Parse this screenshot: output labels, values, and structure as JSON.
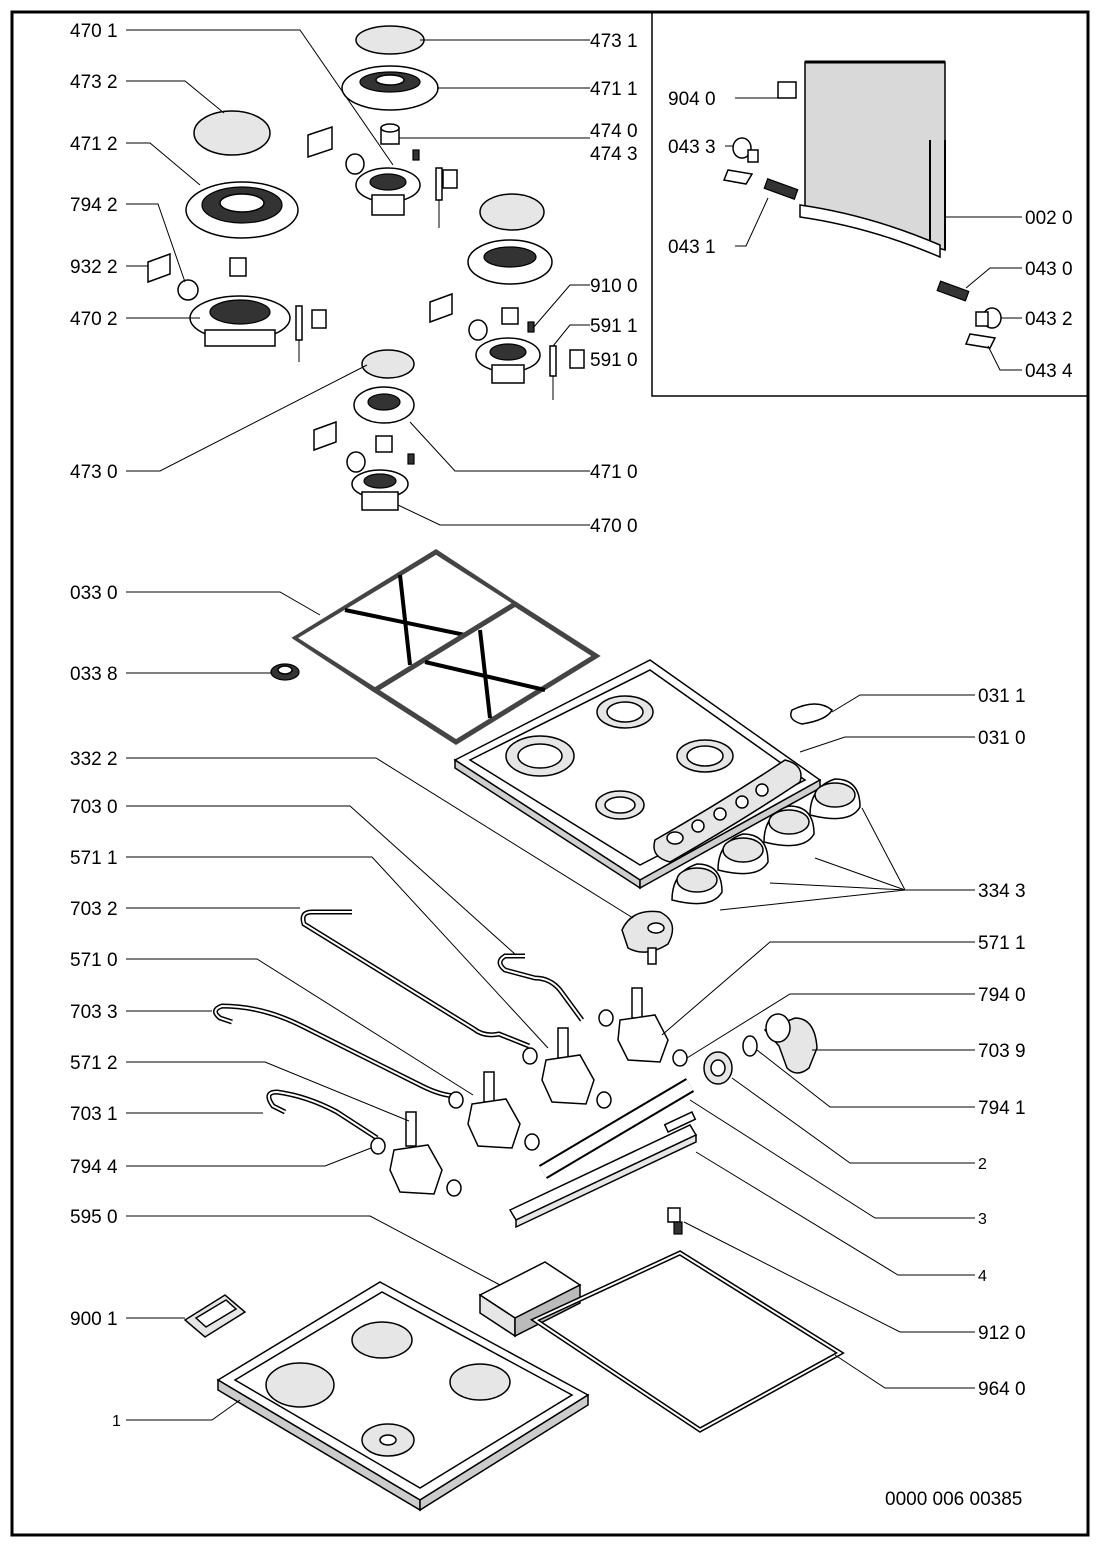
{
  "labels_left": [
    {
      "id": "l4701",
      "text": "470 1"
    },
    {
      "id": "l4732",
      "text": "473 2"
    },
    {
      "id": "l4712",
      "text": "471 2"
    },
    {
      "id": "l7942",
      "text": "794 2"
    },
    {
      "id": "l9322",
      "text": "932 2"
    },
    {
      "id": "l4702",
      "text": "470 2"
    },
    {
      "id": "l4730",
      "text": "473 0"
    },
    {
      "id": "l0330",
      "text": "033 0"
    },
    {
      "id": "l0338",
      "text": "033 8"
    },
    {
      "id": "l3322",
      "text": "332 2"
    },
    {
      "id": "l7030",
      "text": "703 0"
    },
    {
      "id": "l5711a",
      "text": "571 1"
    },
    {
      "id": "l7032",
      "text": "703 2"
    },
    {
      "id": "l5710",
      "text": "571 0"
    },
    {
      "id": "l7033",
      "text": "703 3"
    },
    {
      "id": "l5712",
      "text": "571 2"
    },
    {
      "id": "l7031",
      "text": "703 1"
    },
    {
      "id": "l7944",
      "text": "794 4"
    },
    {
      "id": "l5950",
      "text": "595 0"
    },
    {
      "id": "l9001",
      "text": "900 1"
    },
    {
      "id": "l1",
      "text": "1"
    }
  ],
  "labels_top_center": [
    {
      "id": "r4731",
      "text": "473 1"
    },
    {
      "id": "r4711",
      "text": "471 1"
    },
    {
      "id": "r4740",
      "text": "474 0"
    },
    {
      "id": "r4743",
      "text": "474 3"
    },
    {
      "id": "r9100",
      "text": "910 0"
    },
    {
      "id": "r5911",
      "text": "591 1"
    },
    {
      "id": "r5910",
      "text": "591 0"
    },
    {
      "id": "r4710",
      "text": "471 0"
    },
    {
      "id": "r4700",
      "text": "470 0"
    }
  ],
  "labels_inset": [
    {
      "id": "i9040",
      "text": "904 0"
    },
    {
      "id": "i0433",
      "text": "043 3"
    },
    {
      "id": "i0431",
      "text": "043 1"
    },
    {
      "id": "i0020",
      "text": "002 0"
    },
    {
      "id": "i0430",
      "text": "043 0"
    },
    {
      "id": "i0432",
      "text": "043 2"
    },
    {
      "id": "i0434",
      "text": "043 4"
    }
  ],
  "labels_right": [
    {
      "id": "r0311",
      "text": "031 1"
    },
    {
      "id": "r0310",
      "text": "031 0"
    },
    {
      "id": "r3343",
      "text": "334 3"
    },
    {
      "id": "r5711b",
      "text": "571 1"
    },
    {
      "id": "r7940",
      "text": "794 0"
    },
    {
      "id": "r7039",
      "text": "703 9"
    },
    {
      "id": "r7941",
      "text": "794 1"
    },
    {
      "id": "r2",
      "text": "2"
    },
    {
      "id": "r3",
      "text": "3"
    },
    {
      "id": "r4",
      "text": "4"
    },
    {
      "id": "r9120",
      "text": "912 0"
    },
    {
      "id": "r9640",
      "text": "964 0"
    }
  ],
  "document_reference": "0000 006 00385"
}
